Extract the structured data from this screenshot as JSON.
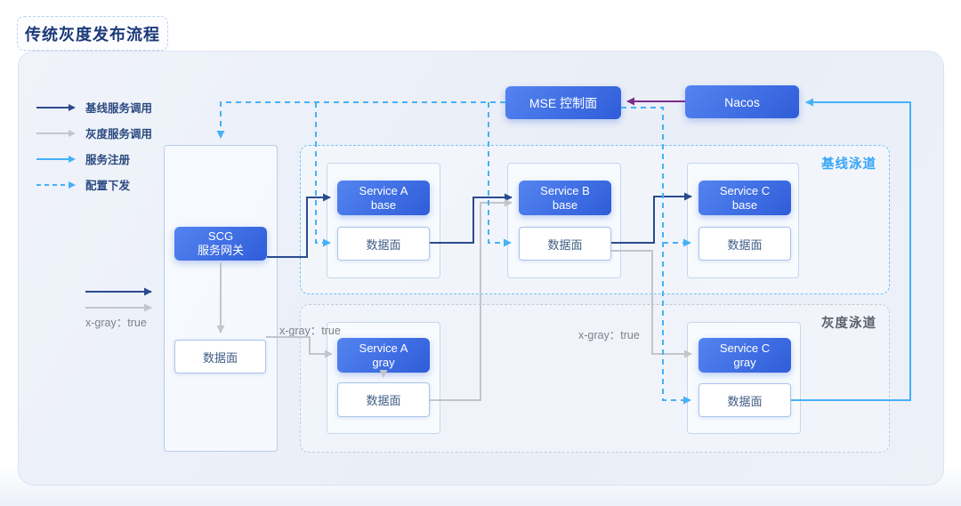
{
  "title": "传统灰度发布流程",
  "legend": {
    "items": [
      {
        "label": "基线服务调用",
        "style": "solid",
        "color": "#2a4b8d"
      },
      {
        "label": "灰度服务调用",
        "style": "solid",
        "color": "#c2c5ca"
      },
      {
        "label": "服务注册",
        "style": "solid",
        "color": "#45b1f7"
      },
      {
        "label": "配置下发",
        "style": "dashed",
        "color": "#45b1f7"
      }
    ]
  },
  "control_plane": {
    "mse_label": "MSE 控制面",
    "nacos_label": "Nacos"
  },
  "gateway": {
    "name_line1": "SCG",
    "name_line2": "服务网关",
    "data_plane_label": "数据面"
  },
  "baseline_lane": {
    "label": "基线泳道",
    "services": [
      {
        "name_line1": "Service A",
        "name_line2": "base",
        "data_plane_label": "数据面"
      },
      {
        "name_line1": "Service B",
        "name_line2": "base",
        "data_plane_label": "数据面"
      },
      {
        "name_line1": "Service C",
        "name_line2": "base",
        "data_plane_label": "数据面"
      }
    ]
  },
  "gray_lane": {
    "label": "灰度泳道",
    "services": [
      {
        "name_line1": "Service A",
        "name_line2": "gray",
        "data_plane_label": "数据面"
      },
      {
        "name_line1": "Service C",
        "name_line2": "gray",
        "data_plane_label": "数据面"
      }
    ]
  },
  "annotations": {
    "x_gray_entry": "x-gray：true",
    "x_gray_lane_a": "x-gray：true",
    "x_gray_lane_c": "x-gray：true"
  },
  "colors": {
    "baseline_call": "#2a4b8d",
    "gray_call": "#c2c5ca",
    "service_register": "#45b1f7",
    "config_push": "#45b1f7",
    "nacos_to_mse_link": "#7e2b8e",
    "node_gradient_start": "#5484f0",
    "node_gradient_end": "#2f5dd9",
    "baseline_lane_accent": "#36a5f6",
    "gray_lane_accent": "#5a616b"
  }
}
